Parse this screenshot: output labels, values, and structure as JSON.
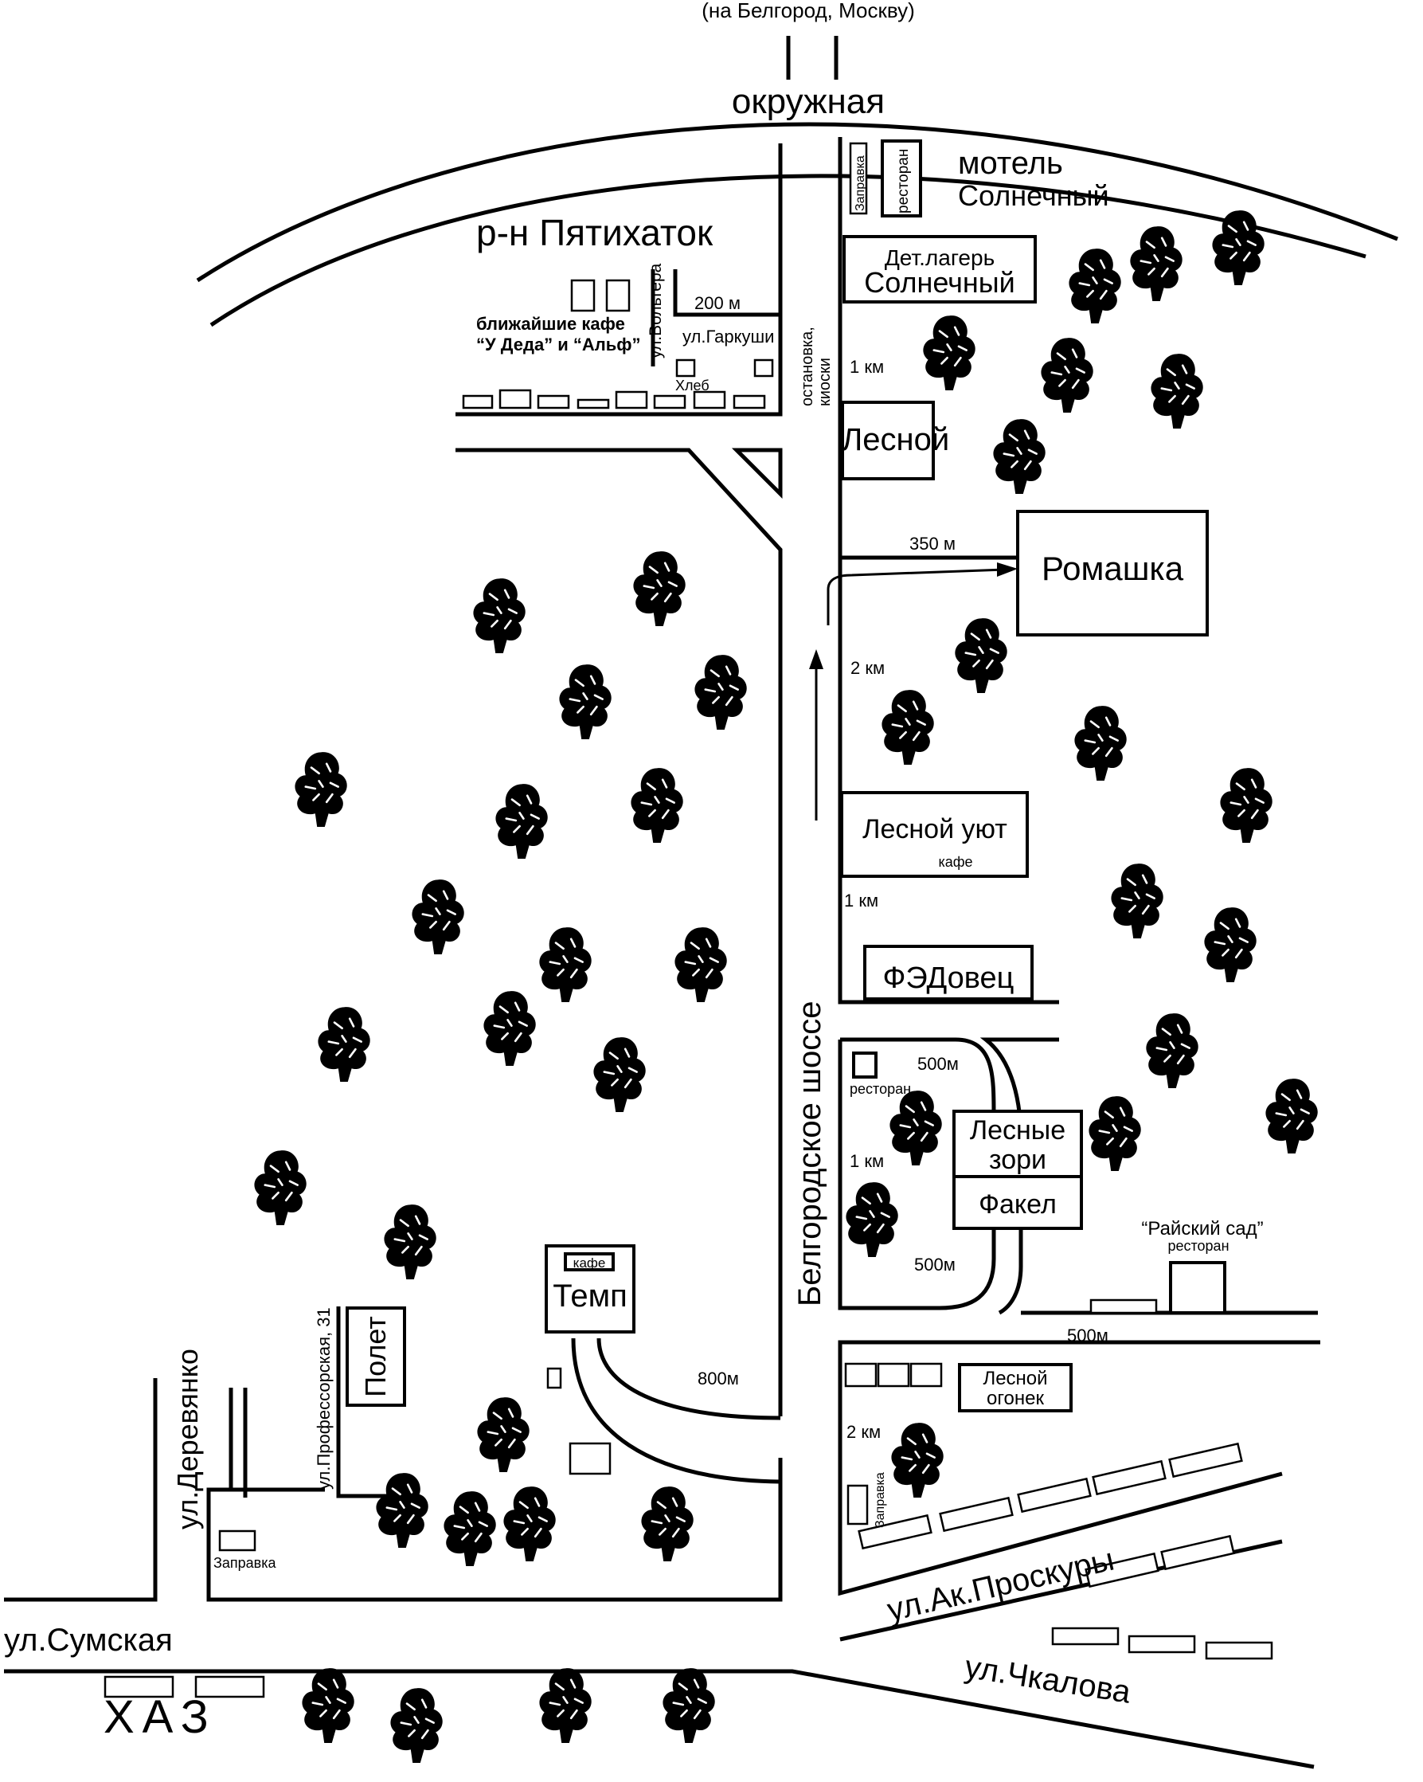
{
  "header": {
    "direction_note": "(на Белгород, Москву)"
  },
  "roads": {
    "ring_road": "окружная",
    "belgorod_highway": "Белгородское шоссе",
    "sumskaya": "ул.Сумская",
    "derevyanko": "ул.Деревянко",
    "professorskaya": "ул.Профессорская, 31",
    "voltera": "ул.Вольтера",
    "garkushi": "ул.Гаркуши",
    "proskury": "ул.Ак.Проскуры",
    "chkalova": "ул.Чкалова"
  },
  "places": {
    "district": "р-н Пятихаток",
    "nearest_cafe_line1": "ближайшие кафе",
    "nearest_cafe_line2": "“У Деда” и “Альф”",
    "bread": "Хлеб",
    "stop_line1": "остановка,",
    "stop_line2": "киоски",
    "motel_line1": "мотель",
    "motel_line2": "Солнечный",
    "motel_restaurant": "ресторан",
    "motel_gas": "Заправка",
    "camp_line1": "Дет.лагерь",
    "camp_line2": "Солнечный",
    "lesnoy": "Лесной",
    "romashka": "Ромашка",
    "lesnoy_uyut": "Лесной уют",
    "lesnoy_uyut_cafe": "кафе",
    "fedovets": "ФЭДовец",
    "restaurant_small": "ресторан",
    "lesnye_zori_line1": "Лесные",
    "lesnye_zori_line2": "зори",
    "fakel": "Факел",
    "raysky_sad": "“Райский сад”",
    "raysky_sad_sub": "ресторан",
    "lesnoy_ogonek_line1": "Лесной",
    "lesnoy_ogonek_line2": "огонек",
    "gas_station_east": "Заправка",
    "temp": "Темп",
    "temp_cafe": "кафе",
    "polet": "Полет",
    "gas_station_west": "Заправка",
    "haz": "ХАЗ"
  },
  "distances": {
    "d_200m": "200 м",
    "d_1km_a": "1 км",
    "d_350m": "350 м",
    "d_2km_a": "2 км",
    "d_1km_b": "1 км",
    "d_500m_a": "500м",
    "d_1km_c": "1 км",
    "d_500m_b": "500м",
    "d_500m_c": "500м",
    "d_800m": "800м",
    "d_2km_b": "2 км"
  },
  "colors": {
    "ink": "#000000",
    "paper": "#ffffff"
  },
  "icons": {
    "tree": "tree-icon",
    "route_arrow": "arrow-icon"
  }
}
